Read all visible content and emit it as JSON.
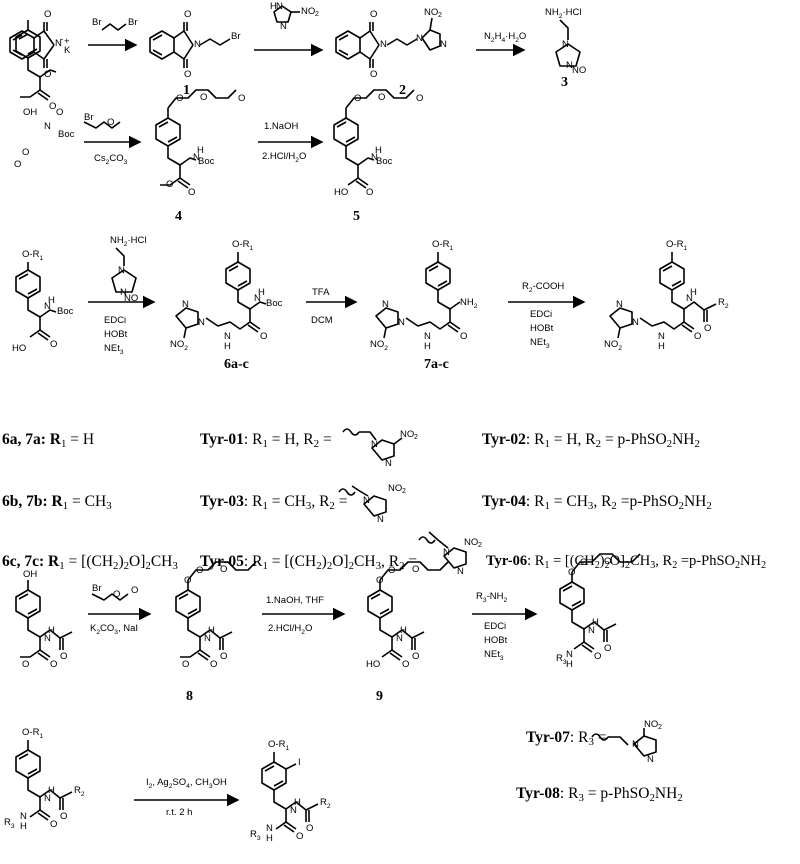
{
  "atoms": {
    "O": "O",
    "N": "N",
    "NH": "NH",
    "H": "H",
    "OH": "OH",
    "HO": "HO",
    "Boc": "Boc",
    "I": "I",
    "K": "K",
    "Br": "Br",
    "NO2": "NO",
    "sub2": "2",
    "minus": "-",
    "plus": "+",
    "NH2": "NH",
    "NH2HCl": "NH",
    "HCl": "·HCl",
    "R": "R",
    "r1": "1",
    "r2": "2",
    "r3": "3",
    "NO2sub": "2",
    "NH2sub": "2"
  },
  "reagents": {
    "bromo_top": "Br",
    "n2h4": "N",
    "n2h4_h2o": "·H",
    "cs2co3": "Cs",
    "co3": "CO",
    "naoh_1": "1.NaOH",
    "hcl_2": "2.HCl/H",
    "edci": "EDCi",
    "hobt": "HOBt",
    "net3": "NEt",
    "tfa": "TFA",
    "dcm": "DCM",
    "r2cooh": "-COOH",
    "k2co3": "CO",
    "nai": ", NaI",
    "naoh_thf": "1.NaOH, THF",
    "r3nh2": "-NH",
    "iod": ", Ag",
    "so4": "SO",
    "ch3oh": ", CH",
    "oh": "OH",
    "rt": "r.t.  2 h"
  },
  "compounds": {
    "c1": "1",
    "c2": "2",
    "c3": "3",
    "c4": "4",
    "c5": "5",
    "c6": "6a-c",
    "c7": "7a-c",
    "c8": "8",
    "c9": "9"
  },
  "definitions": {
    "row_a": "6a, 7a: R",
    "row_a_val": " = H",
    "row_b": "6b, 7b: R",
    "row_b_val": " = CH",
    "row_c": "6c, 7c: R",
    "row_c_val": " =  [(CH",
    "tyr01": "Tyr-01",
    "tyr01_text": ": R",
    "tyr01_val": " = H, R",
    "tyr02": "Tyr-02",
    "tyr02_text": ": R",
    "tyr02_val": " = H, R",
    "tyr02_end": " = p-PhSO",
    "tyr03": "Tyr-03",
    "tyr03_text": ": R",
    "tyr03_val": " = CH",
    "tyr03_mid": ", R",
    "tyr04": "Tyr-04",
    "tyr04_val": " = CH",
    "tyr04_mid": ", R",
    "tyr04_end": " =p-PhSO",
    "tyr05": "Tyr-05",
    "tyr05_val": " = [(CH",
    "tyr06": "Tyr-06",
    "tyr06_val": " =  [(CH",
    "tyr06_end": " =p-PhSO",
    "tyr07": "Tyr-07",
    "tyr07_text": ": R",
    "tyr08": "Tyr-08",
    "tyr08_text": ": R",
    "tyr08_end": " = p-PhSO",
    "o_part": "O]",
    "ch3": "CH",
    "eq": " =",
    "nh2": "NH"
  }
}
